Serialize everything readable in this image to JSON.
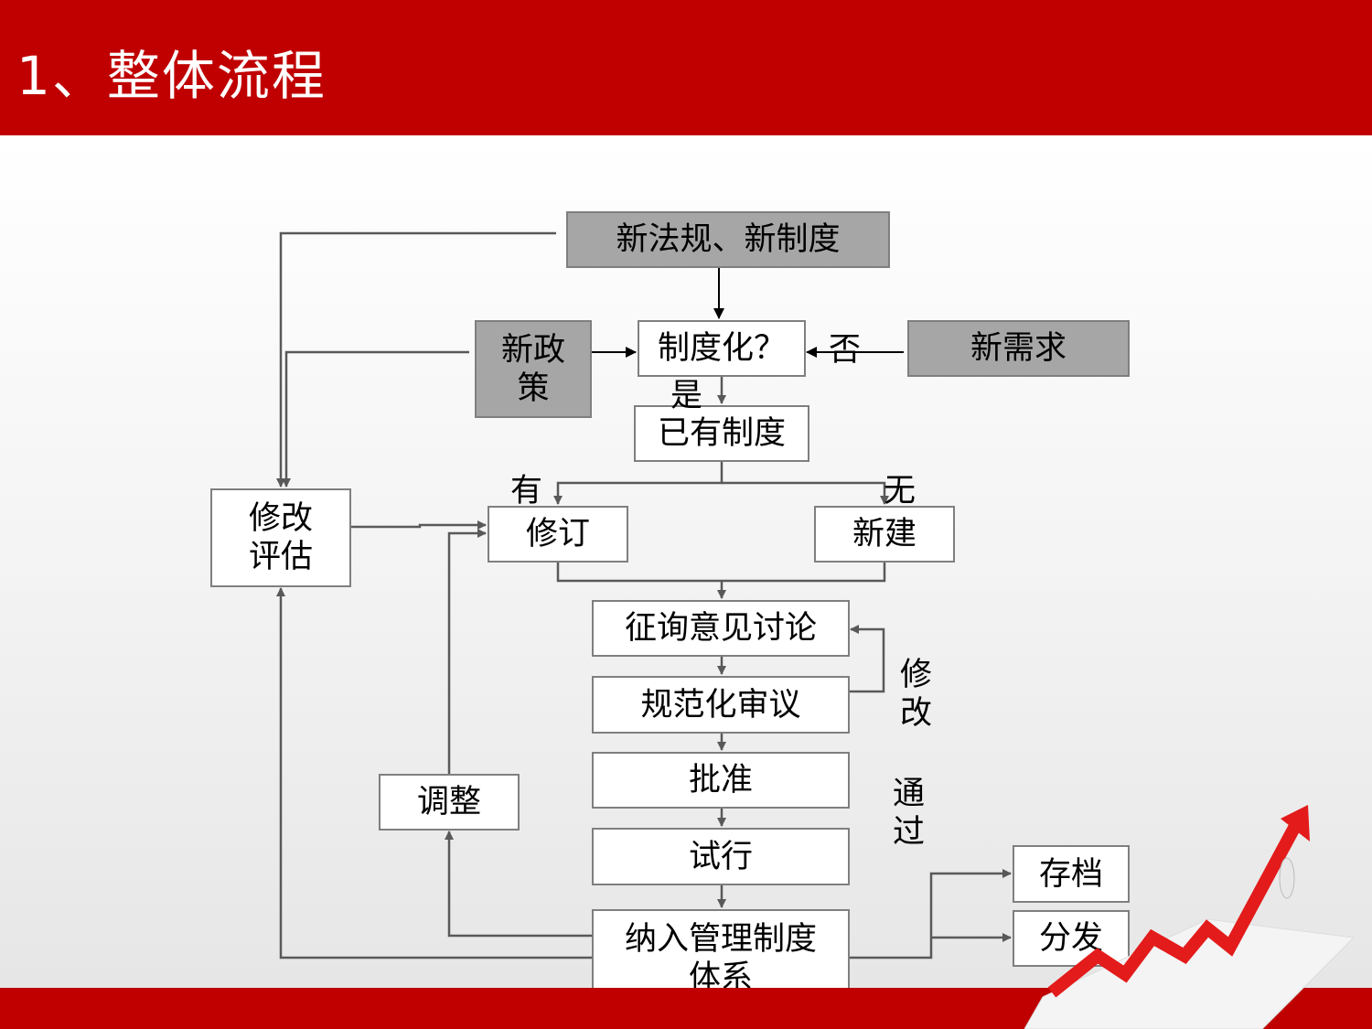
{
  "slide": {
    "title": "1、整体流程"
  },
  "colors": {
    "brand_red": "#c00000",
    "input_box_fill": "#a6a6a6",
    "line": "#595959"
  },
  "flow": {
    "new_regulation": "新法规、新制度",
    "new_policy": "新政策",
    "institutionalize_q": "制度化？",
    "new_demand": "新需求",
    "existing_system": "已有制度",
    "revision_assessment": "修改评估",
    "revise": "修订",
    "create_new": "新建",
    "consultation": "征询意见讨论",
    "standard_review": "规范化审议",
    "approve": "批准",
    "trial": "试行",
    "include_in_system": "纳入管理制度体系",
    "adjust": "调整",
    "archive": "存档",
    "distribute": "分发"
  },
  "edge_labels": {
    "yes": "是",
    "no": "否",
    "has": "有",
    "none": "无",
    "modify": "修改",
    "pass": "通过"
  }
}
